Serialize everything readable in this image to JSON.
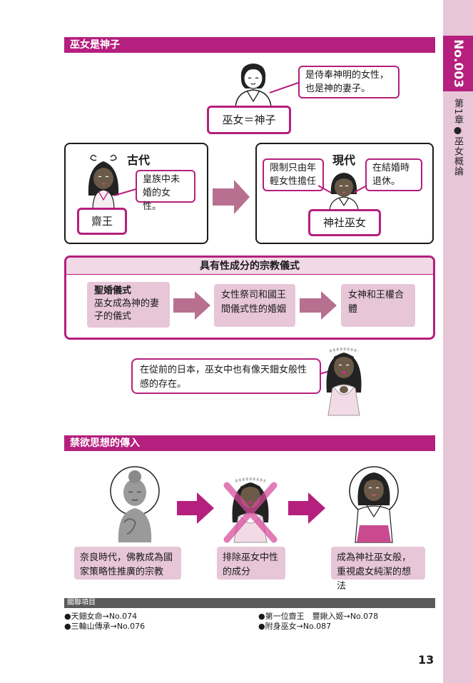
{
  "side_tab": {
    "number": "No.003",
    "chapter": "第1章●巫女概論"
  },
  "section1": {
    "title": "巫女是神子",
    "top_bubble": "是侍奉神明的女性，也是神的妻子。",
    "equation": "巫女＝神子",
    "ancient": {
      "title": "古代",
      "bubble": "皇族中未婚的女性。",
      "label": "齋王"
    },
    "modern": {
      "title": "現代",
      "bubble_left": "限制只由年輕女性擔任",
      "bubble_right": "在結婚時退休。",
      "label": "神社巫女"
    },
    "rites": {
      "title": "具有性成分的宗教儀式",
      "step1_title": "聖婚儀式",
      "step1_text": "巫女成為神的妻子的儀式",
      "step2": "女性祭司和國王間儀式性的婚姻",
      "step3": "女神和王權合體"
    },
    "note_bubble": "在從前的日本，巫女中也有像天鈿女般性感的存在。"
  },
  "section2": {
    "title": "禁欲思想的傳入",
    "caption1": "奈良時代，佛教成為國家策略性推廣的宗教",
    "caption2": "排除巫女中性的成分",
    "caption3": "成為神社巫女般，重視處女純潔的想法"
  },
  "related": {
    "header": "關聯項目",
    "items": [
      "●天鈿女命→No.074",
      "●三輪山傳承→No.076",
      "●第一位齋王　豐鍬入姬→No.078",
      "●附身巫女→No.087"
    ]
  },
  "page_number": "13",
  "colors": {
    "accent": "#b51f7d",
    "light_pink": "#e7c6d8",
    "gray": "#5a5a5a"
  }
}
